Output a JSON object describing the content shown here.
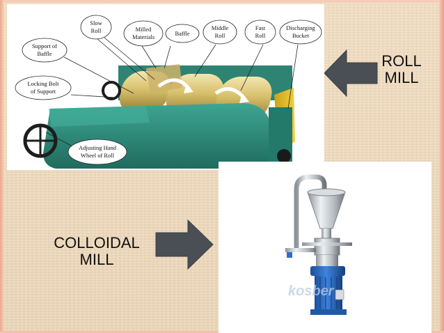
{
  "slide": {
    "roll_mill": {
      "title_line1": "ROLL",
      "title_line2": "MILL",
      "callouts": {
        "slow_roll": [
          "Slow",
          "Roll"
        ],
        "milled_materials": [
          "Milled",
          "Materials"
        ],
        "baffle": [
          "Baffle"
        ],
        "middle_roll": [
          "Middle",
          "Roll"
        ],
        "fast_roll": [
          "Fast",
          "Roll"
        ],
        "discharging_bucket": [
          "Discharging",
          "Bucket"
        ],
        "support_of_baffle": [
          "Support of",
          "Baffle"
        ],
        "locking_bolt": [
          "Locking Bolt",
          "of Support"
        ],
        "adjusting_hand_wheel": [
          "Adjusting Hand",
          "Wheel of Roll"
        ]
      }
    },
    "colloidal_mill": {
      "title_line1": "COLLOIDAL",
      "title_line2": "MILL",
      "watermark": "kosber"
    },
    "colors": {
      "background": "#efd9bd",
      "arrow": "#4a4f55",
      "machine_green": "#2f8a7a",
      "motor_blue": "#2c6cc4"
    }
  }
}
